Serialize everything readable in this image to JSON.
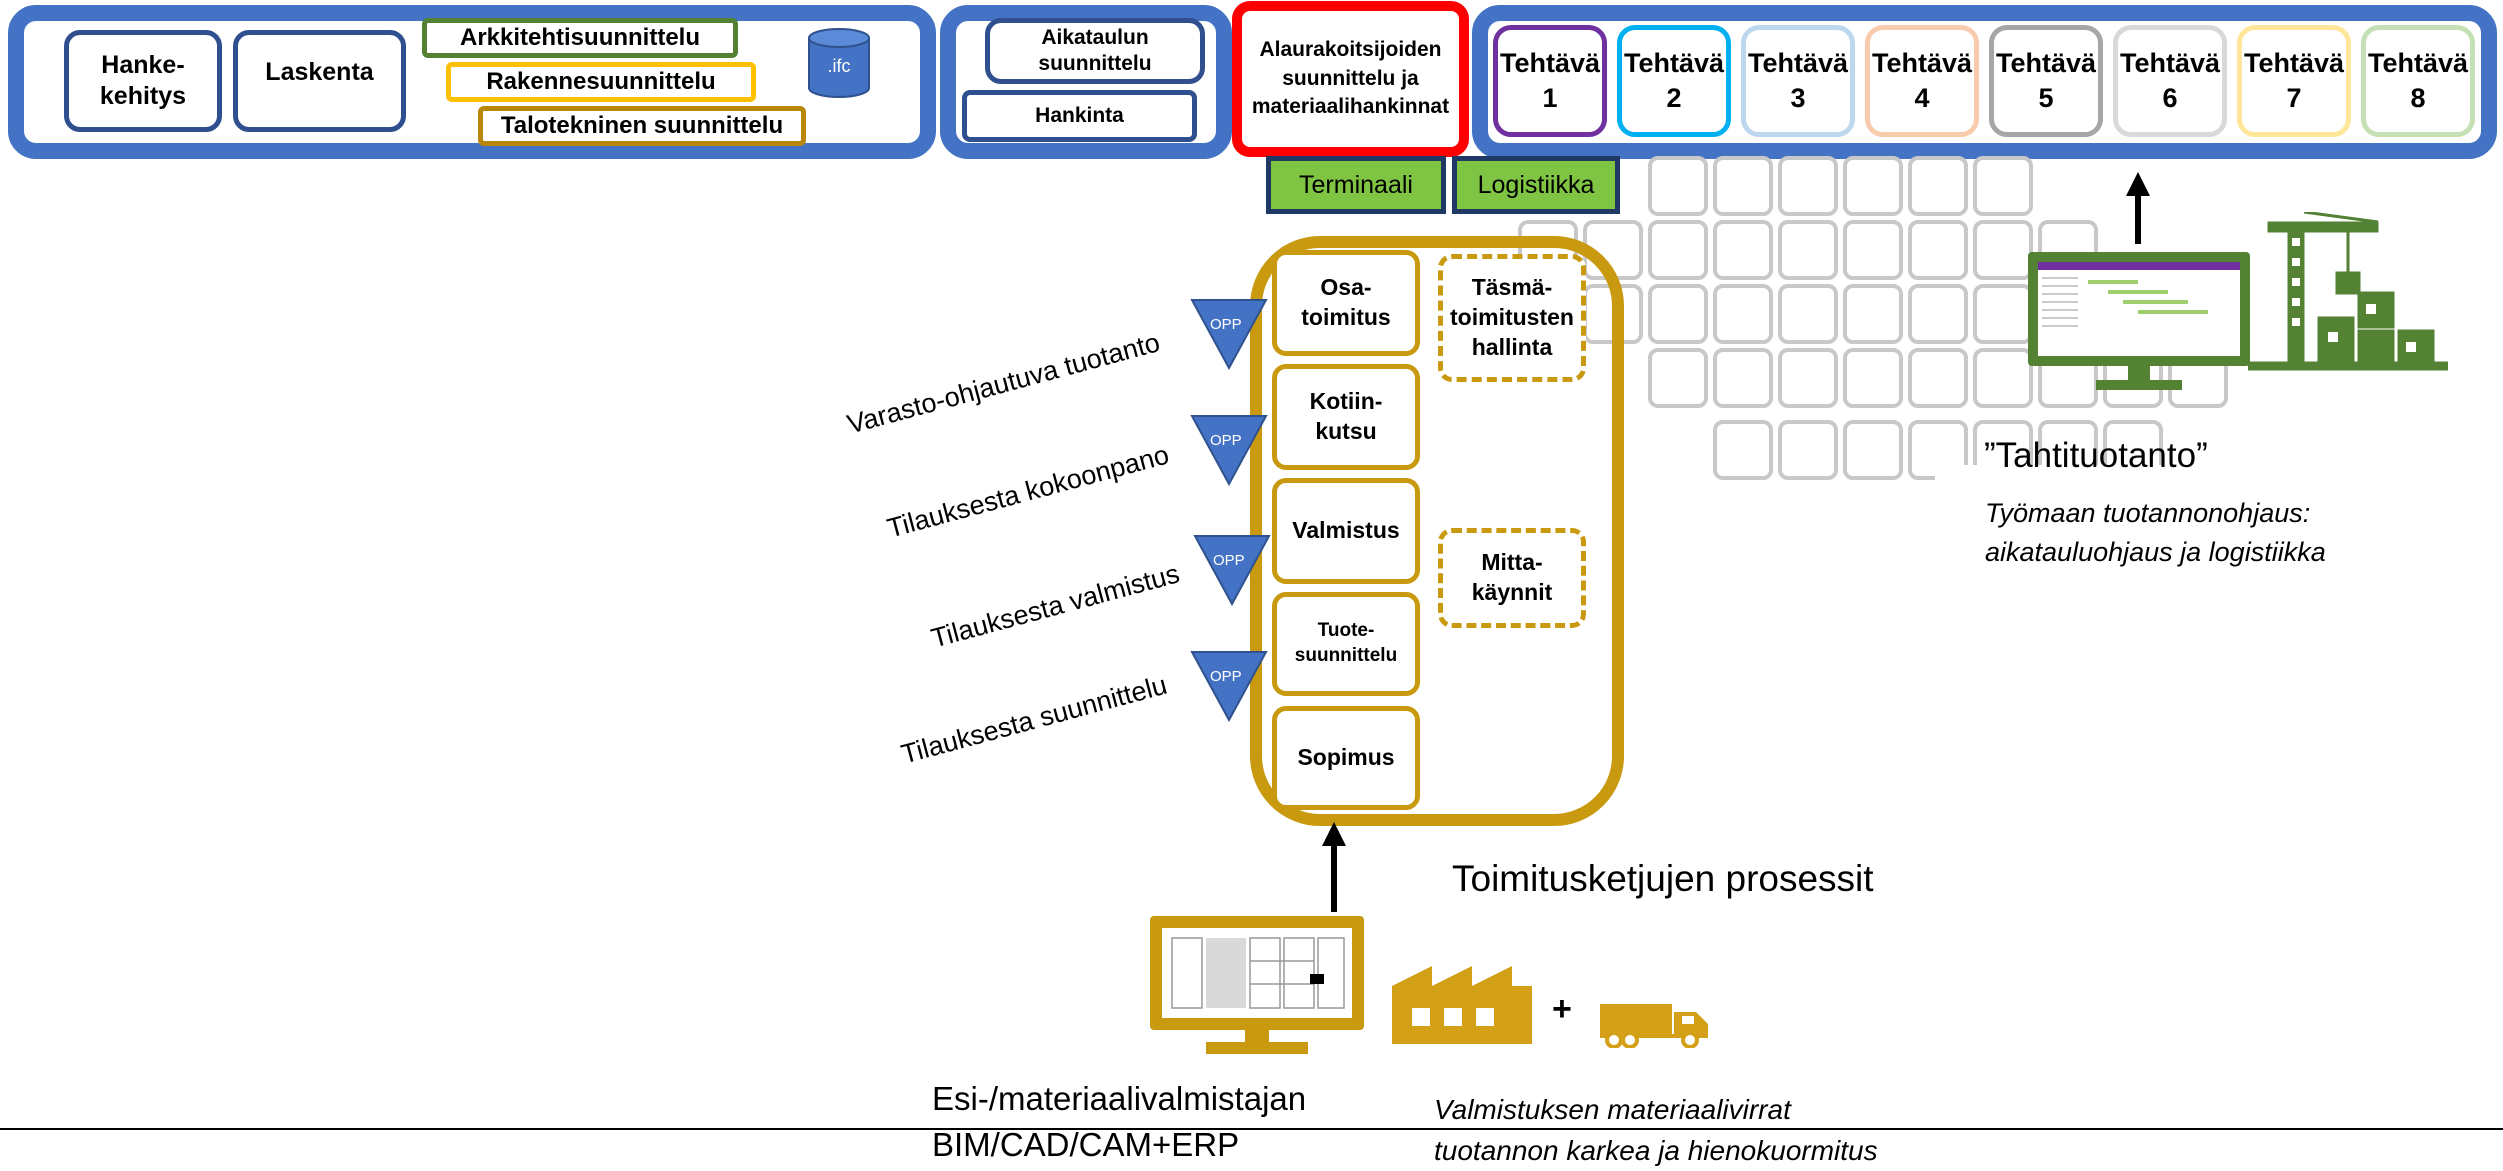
{
  "top_left": {
    "hankekehitys": "Hanke-\nkehitys",
    "laskenta": "Laskenta",
    "arkkitehti": "Arkkitehtisuunnittelu",
    "rakenne": "Rakennesuunnittelu",
    "talotekninen": "Talotekninen suunnittelu",
    "ifc": ".ifc"
  },
  "top_middle": {
    "aikataulu": "Aikataulun\nsuunnittelu",
    "hankinta": "Hankinta"
  },
  "alaurakoitsijat": "Alaurakoitsijoiden\nsuunnittelu ja\nmateriaalihankinnat",
  "tasks": [
    {
      "label": "Tehtävä\n1",
      "color": "#7030a0"
    },
    {
      "label": "Tehtävä\n2",
      "color": "#00b0f0"
    },
    {
      "label": "Tehtävä\n3",
      "color": "#bdd7ee"
    },
    {
      "label": "Tehtävä\n4",
      "color": "#f8cbad"
    },
    {
      "label": "Tehtävä\n5",
      "color": "#a6a6a6"
    },
    {
      "label": "Tehtävä\n6",
      "color": "#d9d9d9"
    },
    {
      "label": "Tehtävä\n7",
      "color": "#ffe699"
    },
    {
      "label": "Tehtävä\n8",
      "color": "#c5e0b4"
    }
  ],
  "terminaali": "Terminaali",
  "logistiikka": "Logistiikka",
  "chain": {
    "osatoimitus": "Osa-\ntoimitus",
    "kotiinkutsu": "Kotiin-\nkutsu",
    "valmistus": "Valmistus",
    "tuotesuunnittelu": "Tuote-\nsuunnittelu",
    "sopimus": "Sopimus",
    "tasma": "Täsmä-\ntoimitusten\nhallinta",
    "mitta": "Mitta-\nkäynnit"
  },
  "opp_label": "OPP",
  "strategies": [
    "Varasto-ohjautuva tuotanto",
    "Tilauksesta kokoonpano",
    "Tilauksesta valmistus",
    "Tilauksesta suunnittelu"
  ],
  "tahti": {
    "title": "”Tahtituotanto”",
    "subtitle": "Työmaan tuotannonohjaus:\naikatauluohjaus ja logistiikka"
  },
  "toimitusketjut": "Toimitusketjujen prosessit",
  "valmistaja": "Esi-/materiaalivalmistajan\nBIM/CAD/CAM+ERP",
  "plus": "+",
  "materiaalivirrat": "Valmistuksen materiaalivirrat\ntuotannon karkea ja hienokuormitus",
  "colors": {
    "blue_frame": "#4472c4",
    "navy": "#2f4f8f",
    "red": "#ff0000",
    "gold": "#c99a10",
    "green": "#7fc443",
    "factory_gold": "#d4a017"
  }
}
